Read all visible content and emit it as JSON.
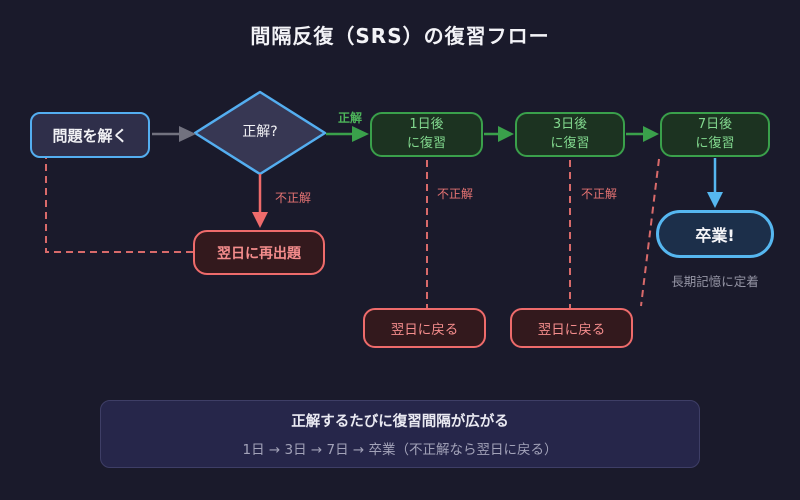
{
  "title": "間隔反復（SRS）の復習フロー",
  "flow": {
    "start": "問題を解く",
    "decision": "正解?",
    "day1_line1": "1日後",
    "day1_line2": "に復習",
    "day3_line1": "3日後",
    "day3_line2": "に復習",
    "day7_line1": "7日後",
    "day7_line2": "に復習",
    "graduate": "卒業!",
    "graduate_caption": "長期記憶に定着",
    "retry": "翌日に再出題",
    "back_from_day1": "翌日に戻る",
    "back_from_day3": "翌日に戻る"
  },
  "edge_labels": {
    "correct": "正解",
    "incorrect_from_decision": "不正解",
    "incorrect_from_day1": "不正解",
    "incorrect_from_day3": "不正解"
  },
  "note": {
    "line1": "正解するたびに復習間隔が広がる",
    "line2": "1日 → 3日 → 7日 → 卒業（不正解なら翌日に戻る）"
  },
  "colors": {
    "background": "#1a1a2b",
    "blue_accent": "#54aef0",
    "green_accent": "#3aa04b",
    "red_accent": "#ee6b6b",
    "gray_accent": "#72727f"
  }
}
